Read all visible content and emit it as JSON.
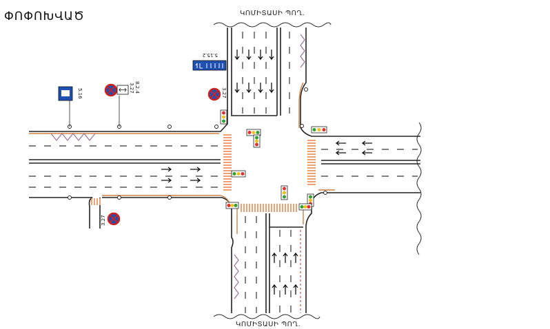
{
  "title": "ՓՈՓՈԽՎԱԾ",
  "streets": {
    "north_name": "ԿՈՄԻՏԱՍԻ ՊՈՂ.",
    "south_name": "ԿՈՄԻՏԱՍԻ ՊՈՂ."
  },
  "signs": {
    "bus_stop_code": "5.16",
    "lane_direction_code": "5.15.2",
    "no_stopping_code_a": "3.27",
    "no_stopping_code_b": "3.27",
    "no_stopping_code_c": "3.27",
    "plate_code_upper": "3.27",
    "plate_code_lower": "8.2.4"
  },
  "colors": {
    "road_edge": "#222222",
    "lane_marking": "#333333",
    "crosswalk": "#f0a070",
    "curb": "#d08040",
    "tram_zigzag": "#a070a0",
    "sign_blue": "#2050b0",
    "sign_red": "#d02020",
    "light_red": "#e03030",
    "light_yellow": "#f0c020",
    "light_green": "#30a030"
  }
}
